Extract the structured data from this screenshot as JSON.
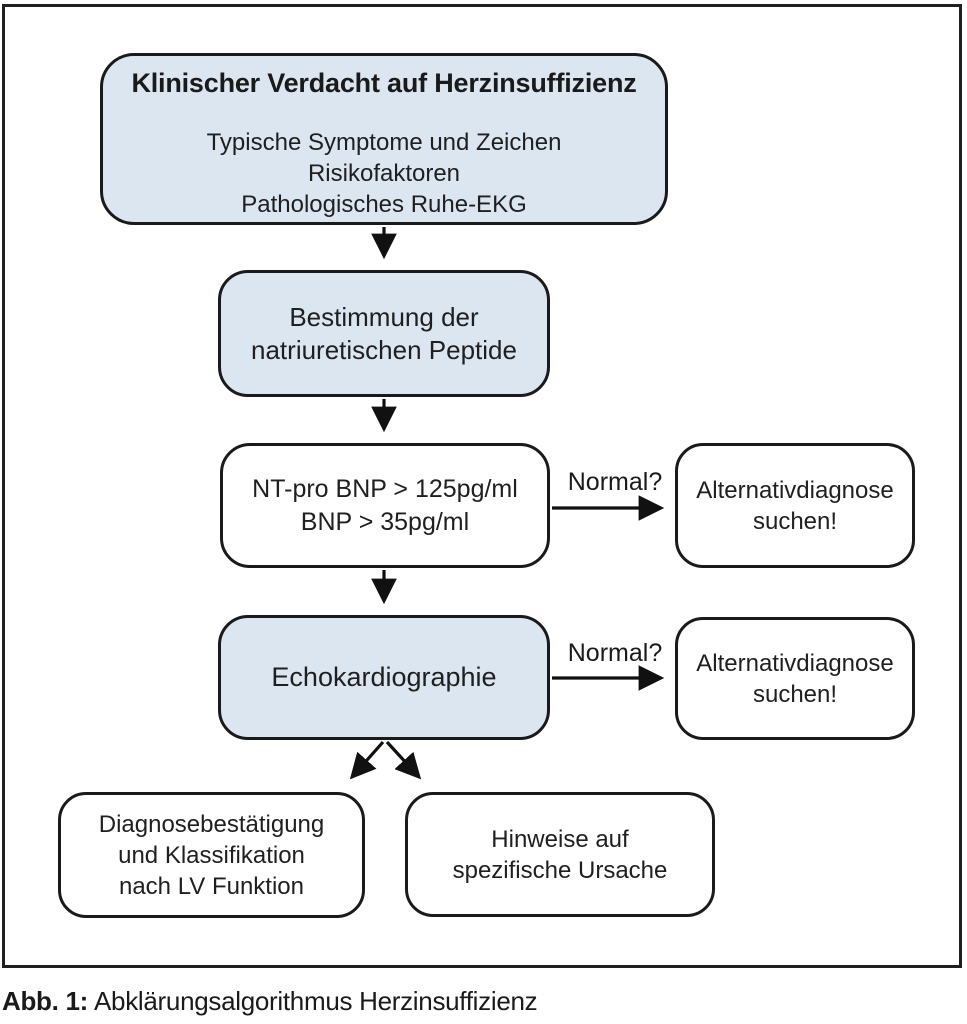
{
  "figure": {
    "caption_label": "Abb. 1:",
    "caption_text": "Abklärungsalgorithmus Herzinsuffizienz"
  },
  "colors": {
    "node_fill_highlight": "#dce6f1",
    "node_fill_default": "#ffffff",
    "stroke": "#1a1a1a"
  },
  "nodes": {
    "suspicion": {
      "title": "Klinischer Verdacht auf Herzinsuffizienz",
      "lines": [
        "Typische Symptome und Zeichen",
        "Risikofaktoren",
        "Pathologisches Ruhe-EKG"
      ]
    },
    "peptides": {
      "lines": [
        "Bestimmung der",
        "natriuretischen Peptide"
      ]
    },
    "bnp": {
      "lines": [
        "NT-pro BNP > 125pg/ml",
        "BNP > 35pg/ml"
      ]
    },
    "alt1": {
      "lines": [
        "Alternativdiagnose",
        "suchen!"
      ]
    },
    "echo": {
      "lines": [
        "Echokardiographie"
      ]
    },
    "alt2": {
      "lines": [
        "Alternativdiagnose",
        "suchen!"
      ]
    },
    "diagnosis": {
      "lines": [
        "Diagnosebestätigung",
        "und Klassifikation",
        "nach LV Funktion"
      ]
    },
    "cause": {
      "lines": [
        "Hinweise auf",
        "spezifische Ursache"
      ]
    }
  },
  "edges": [
    {
      "from": "suspicion",
      "to": "peptides",
      "label": ""
    },
    {
      "from": "peptides",
      "to": "bnp",
      "label": ""
    },
    {
      "from": "bnp",
      "to": "alt1",
      "label": "Normal?"
    },
    {
      "from": "bnp",
      "to": "echo",
      "label": ""
    },
    {
      "from": "echo",
      "to": "alt2",
      "label": "Normal?"
    },
    {
      "from": "echo",
      "to": "diagnosis",
      "label": ""
    },
    {
      "from": "echo",
      "to": "cause",
      "label": ""
    }
  ]
}
